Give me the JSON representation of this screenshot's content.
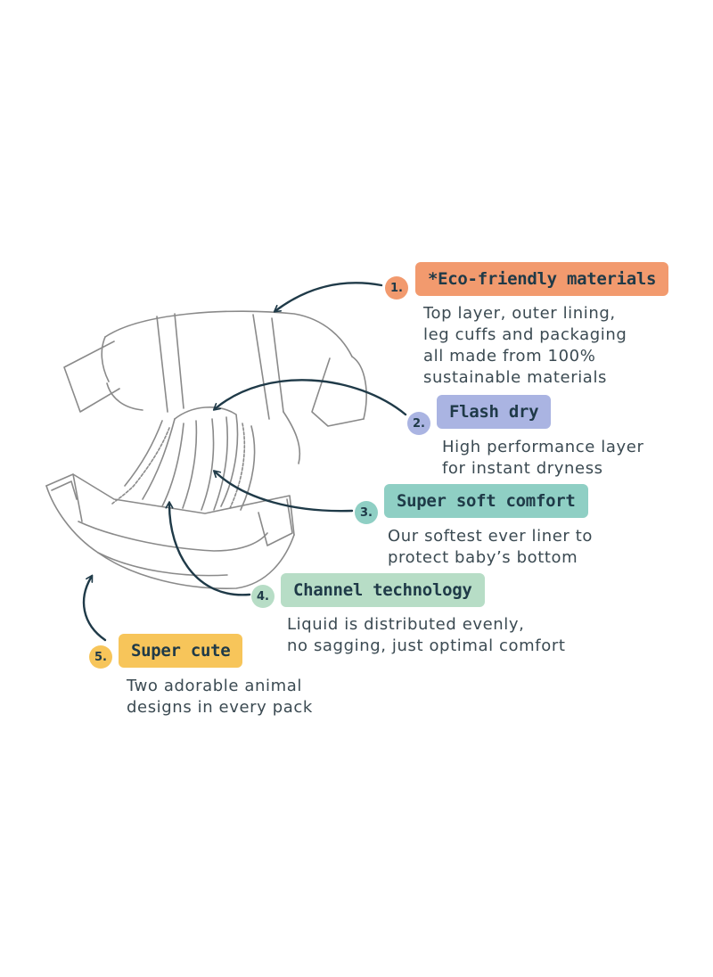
{
  "colors": {
    "ink": "#1f3a48",
    "orange": "#f29a6e",
    "blue": "#aab4e2",
    "teal": "#8fcfc4",
    "mint": "#b7ddc6",
    "yellow": "#f7c55a"
  },
  "features": [
    {
      "number": "1.",
      "title": "*Eco-friendly materials",
      "lines": [
        "Top layer, outer lining,",
        "leg cuffs and packaging",
        "all made from 100%",
        "sustainable materials"
      ]
    },
    {
      "number": "2.",
      "title": "Flash dry",
      "lines": [
        "High performance layer",
        "for instant dryness"
      ]
    },
    {
      "number": "3.",
      "title": "Super soft comfort",
      "lines": [
        "Our softest ever liner to",
        "protect baby’s bottom"
      ]
    },
    {
      "number": "4.",
      "title": "Channel technology",
      "lines": [
        "Liquid is distributed evenly,",
        "no sagging, just optimal comfort"
      ]
    },
    {
      "number": "5.",
      "title": "Super cute",
      "lines": [
        "Two adorable animal",
        "designs in every pack"
      ]
    }
  ]
}
